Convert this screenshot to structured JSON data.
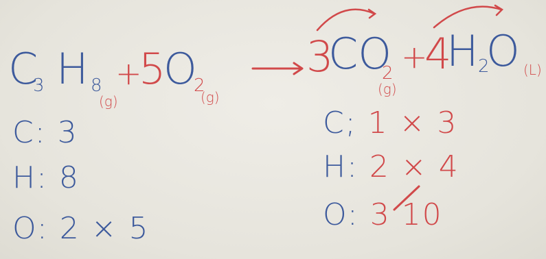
{
  "equation": {
    "reactant1": {
      "c": "C",
      "c_sub": "3",
      "h": "H",
      "h_sub": "8",
      "phase": "(g)"
    },
    "plus1": "+",
    "reactant2": {
      "coef": "5",
      "formula": "O",
      "sub": "2",
      "phase": "(g)"
    },
    "product1": {
      "coef": "3",
      "formula": "CO",
      "sub": "2",
      "phase": "(g)"
    },
    "plus2": "+",
    "product2": {
      "coef": "4",
      "h": "H",
      "h_sub": "2",
      "o": "O",
      "phase": "(L)"
    }
  },
  "left_counts": [
    {
      "element": "C",
      "sep": ":",
      "value": "3"
    },
    {
      "element": "H",
      "sep": ":",
      "value": "8"
    },
    {
      "element": "O",
      "sep": ":",
      "value": "2 × 5"
    }
  ],
  "right_counts": [
    {
      "element": "C",
      "sep": ";",
      "value": "1 × 3"
    },
    {
      "element": "H",
      "sep": ":",
      "value": "2 × 4"
    },
    {
      "element": "O",
      "sep": ":",
      "struck": "3",
      "value": "10"
    }
  ],
  "colors": {
    "ink_blue": "#3d5a9c",
    "ink_red": "#d1494a",
    "paper": "#e8e6df"
  }
}
